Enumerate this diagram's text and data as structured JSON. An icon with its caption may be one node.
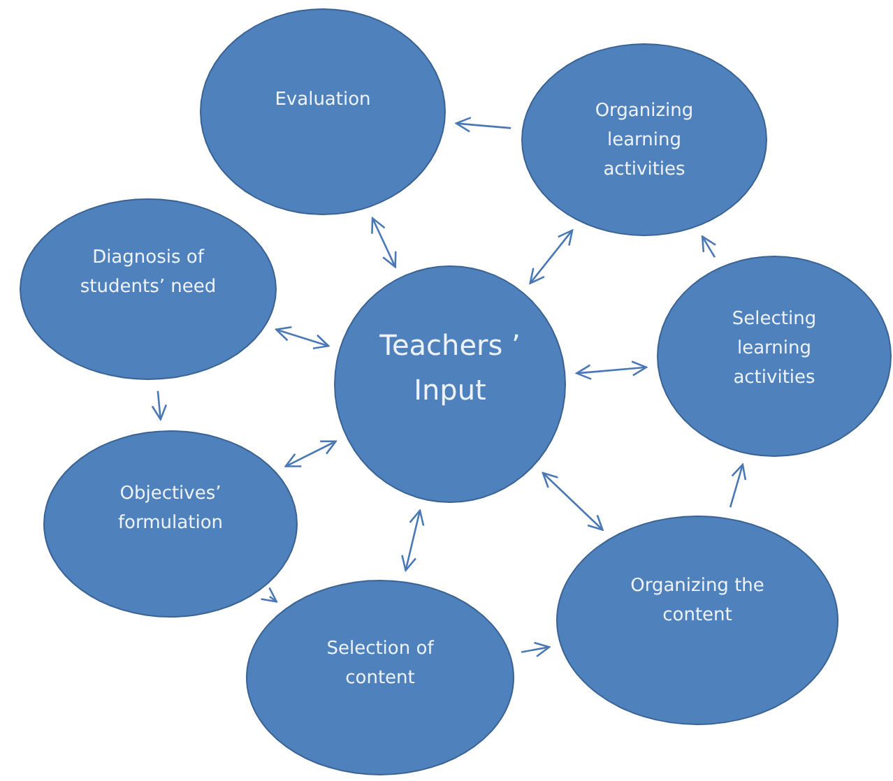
{
  "diagram": {
    "nodes": [
      {
        "text": [
          "Evaluation"
        ]
      },
      {
        "text": [
          "Organizing learning activities"
        ]
      },
      {
        "text": [
          "Diagnosis of students’ need"
        ]
      },
      {
        "text": [
          "Teachers ’ Input"
        ]
      },
      {
        "text": [
          "Selecting learning activities"
        ]
      },
      {
        "text": [
          "Objectives’ formulation"
        ]
      },
      {
        "text": [
          "Selection of content"
        ]
      },
      {
        "text": [
          "Organizing the content"
        ]
      }
    ],
    "edges": [
      {
        "from": 2,
        "to": 5,
        "arrow": "to"
      },
      {
        "from": 5,
        "to": 6,
        "arrow": "to"
      },
      {
        "from": 6,
        "to": 7,
        "arrow": "to"
      },
      {
        "from": 7,
        "to": 4,
        "arrow": "to"
      },
      {
        "from": 4,
        "to": 1,
        "arrow": "to"
      },
      {
        "from": 1,
        "to": 0,
        "arrow": "to"
      },
      {
        "from": 3,
        "to": 0,
        "arrow": "both"
      },
      {
        "from": 3,
        "to": 1,
        "arrow": "both"
      },
      {
        "from": 3,
        "to": 2,
        "arrow": "both"
      },
      {
        "from": 3,
        "to": 4,
        "arrow": "both"
      },
      {
        "from": 3,
        "to": 5,
        "arrow": "both"
      },
      {
        "from": 3,
        "to": 6,
        "arrow": "both"
      },
      {
        "from": 3,
        "to": 7,
        "arrow": "both"
      }
    ]
  }
}
